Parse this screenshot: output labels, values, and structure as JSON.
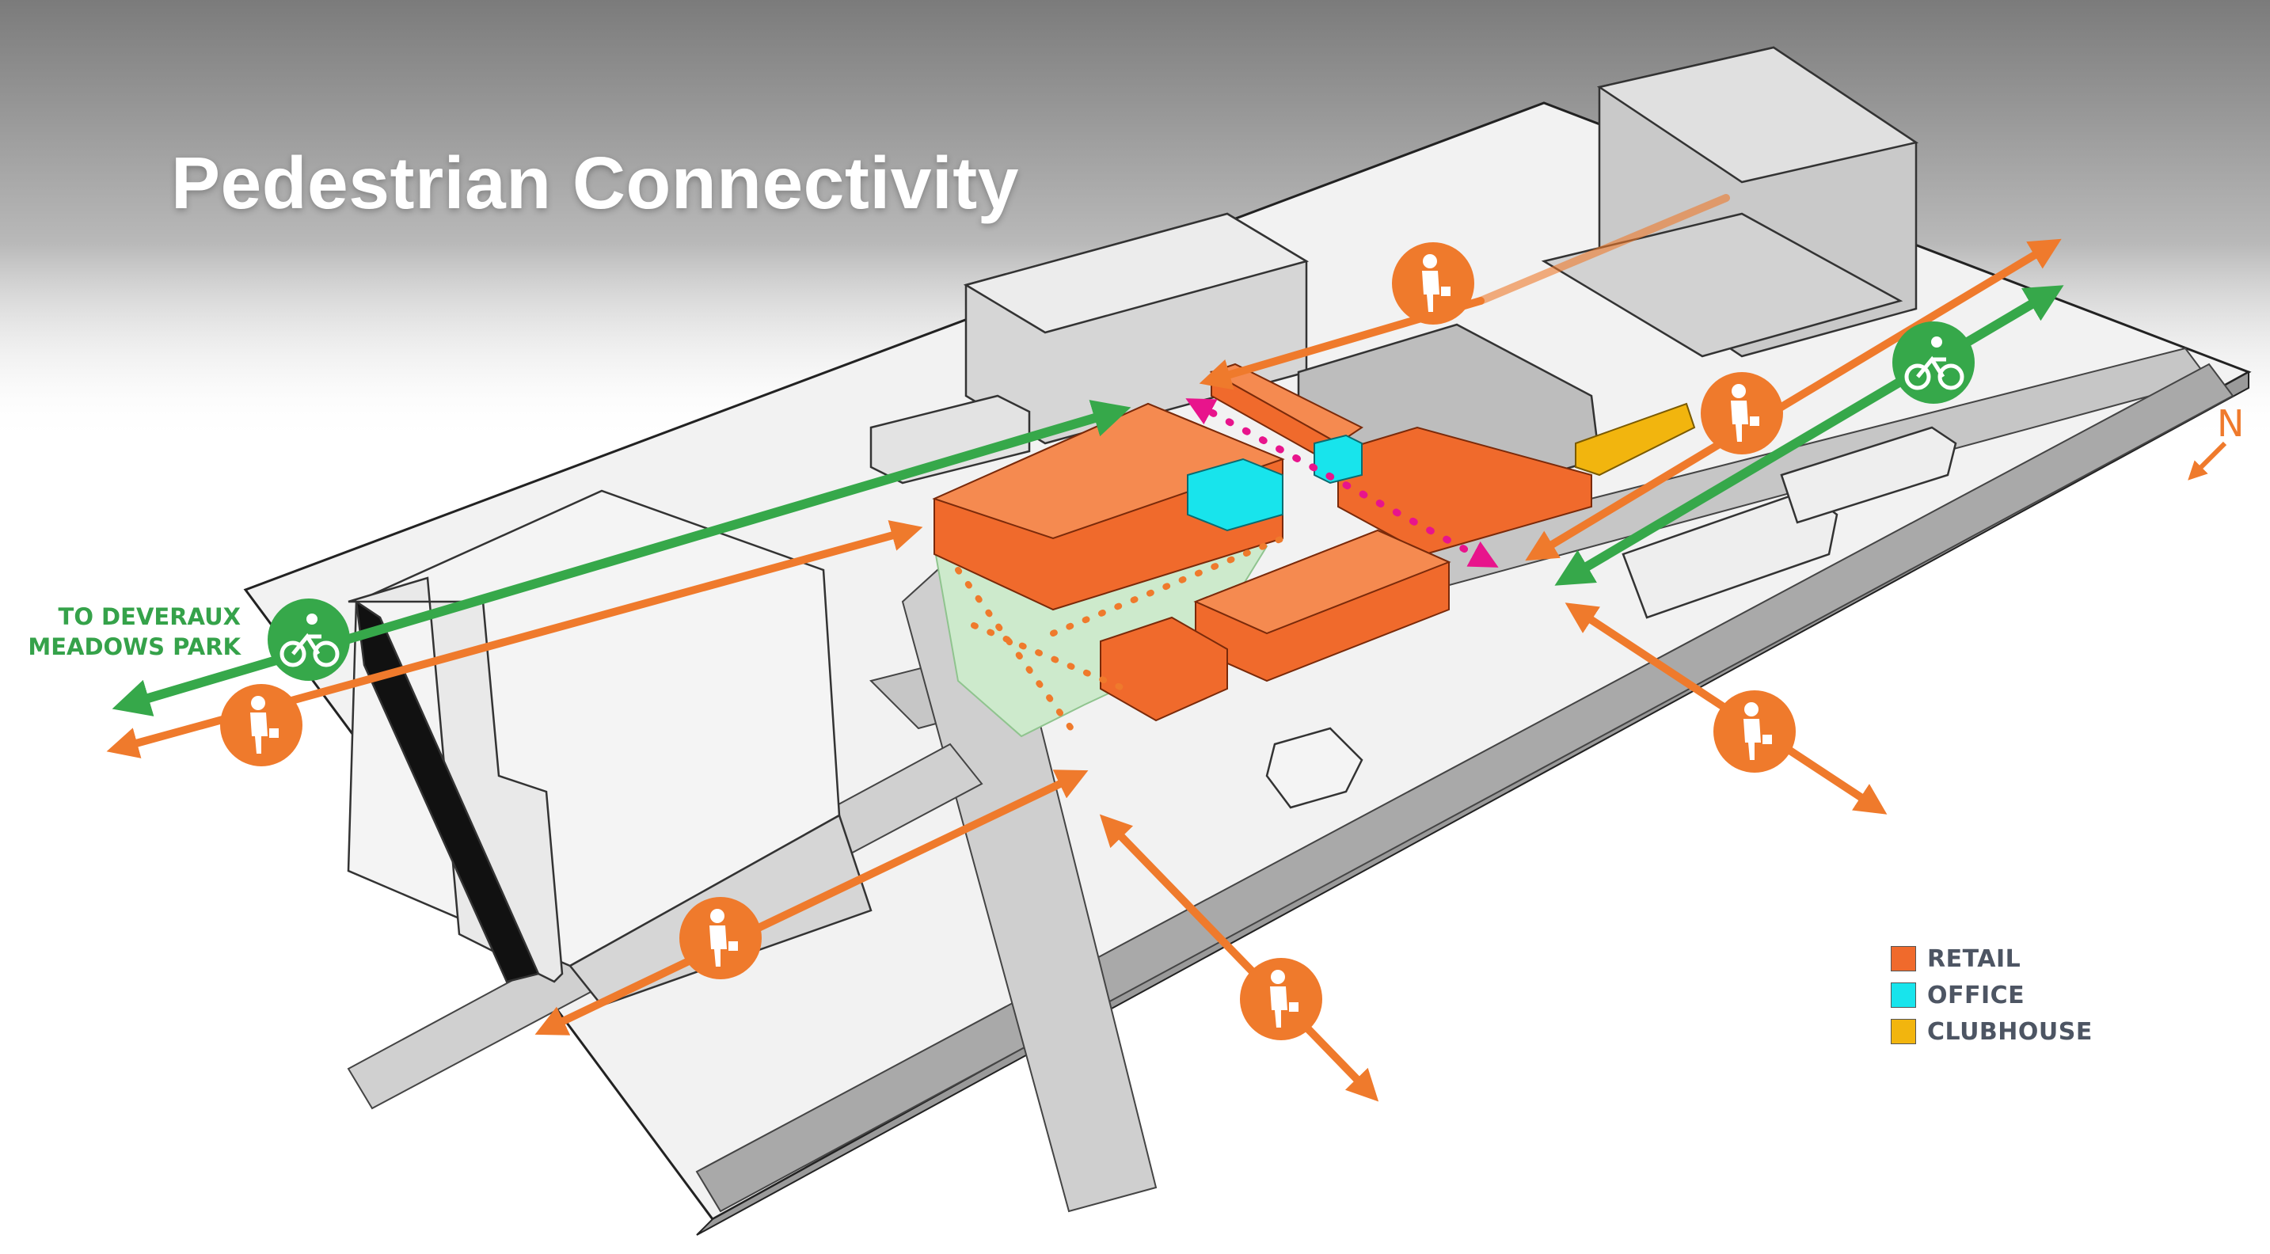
{
  "title": "Pedestrian Connectivity",
  "destination_label": [
    "TO DEVERAUX",
    "MEADOWS PARK"
  ],
  "north_label": "N",
  "legend": [
    {
      "label": "RETAIL",
      "color": "#f06a2c"
    },
    {
      "label": "OFFICE",
      "color": "#18e4ec"
    },
    {
      "label": "CLUBHOUSE",
      "color": "#f2b50e"
    }
  ],
  "colors": {
    "pedestrian_route": "#ef7a2c",
    "bike_route": "#36a84a",
    "internal_path": "#e8148c",
    "plaza": "#cdeacc",
    "context_building": "#d9d9d9"
  },
  "icons": {
    "pedestrian": "walking-person-with-bag-icon",
    "bike": "bicycle-rider-icon"
  }
}
